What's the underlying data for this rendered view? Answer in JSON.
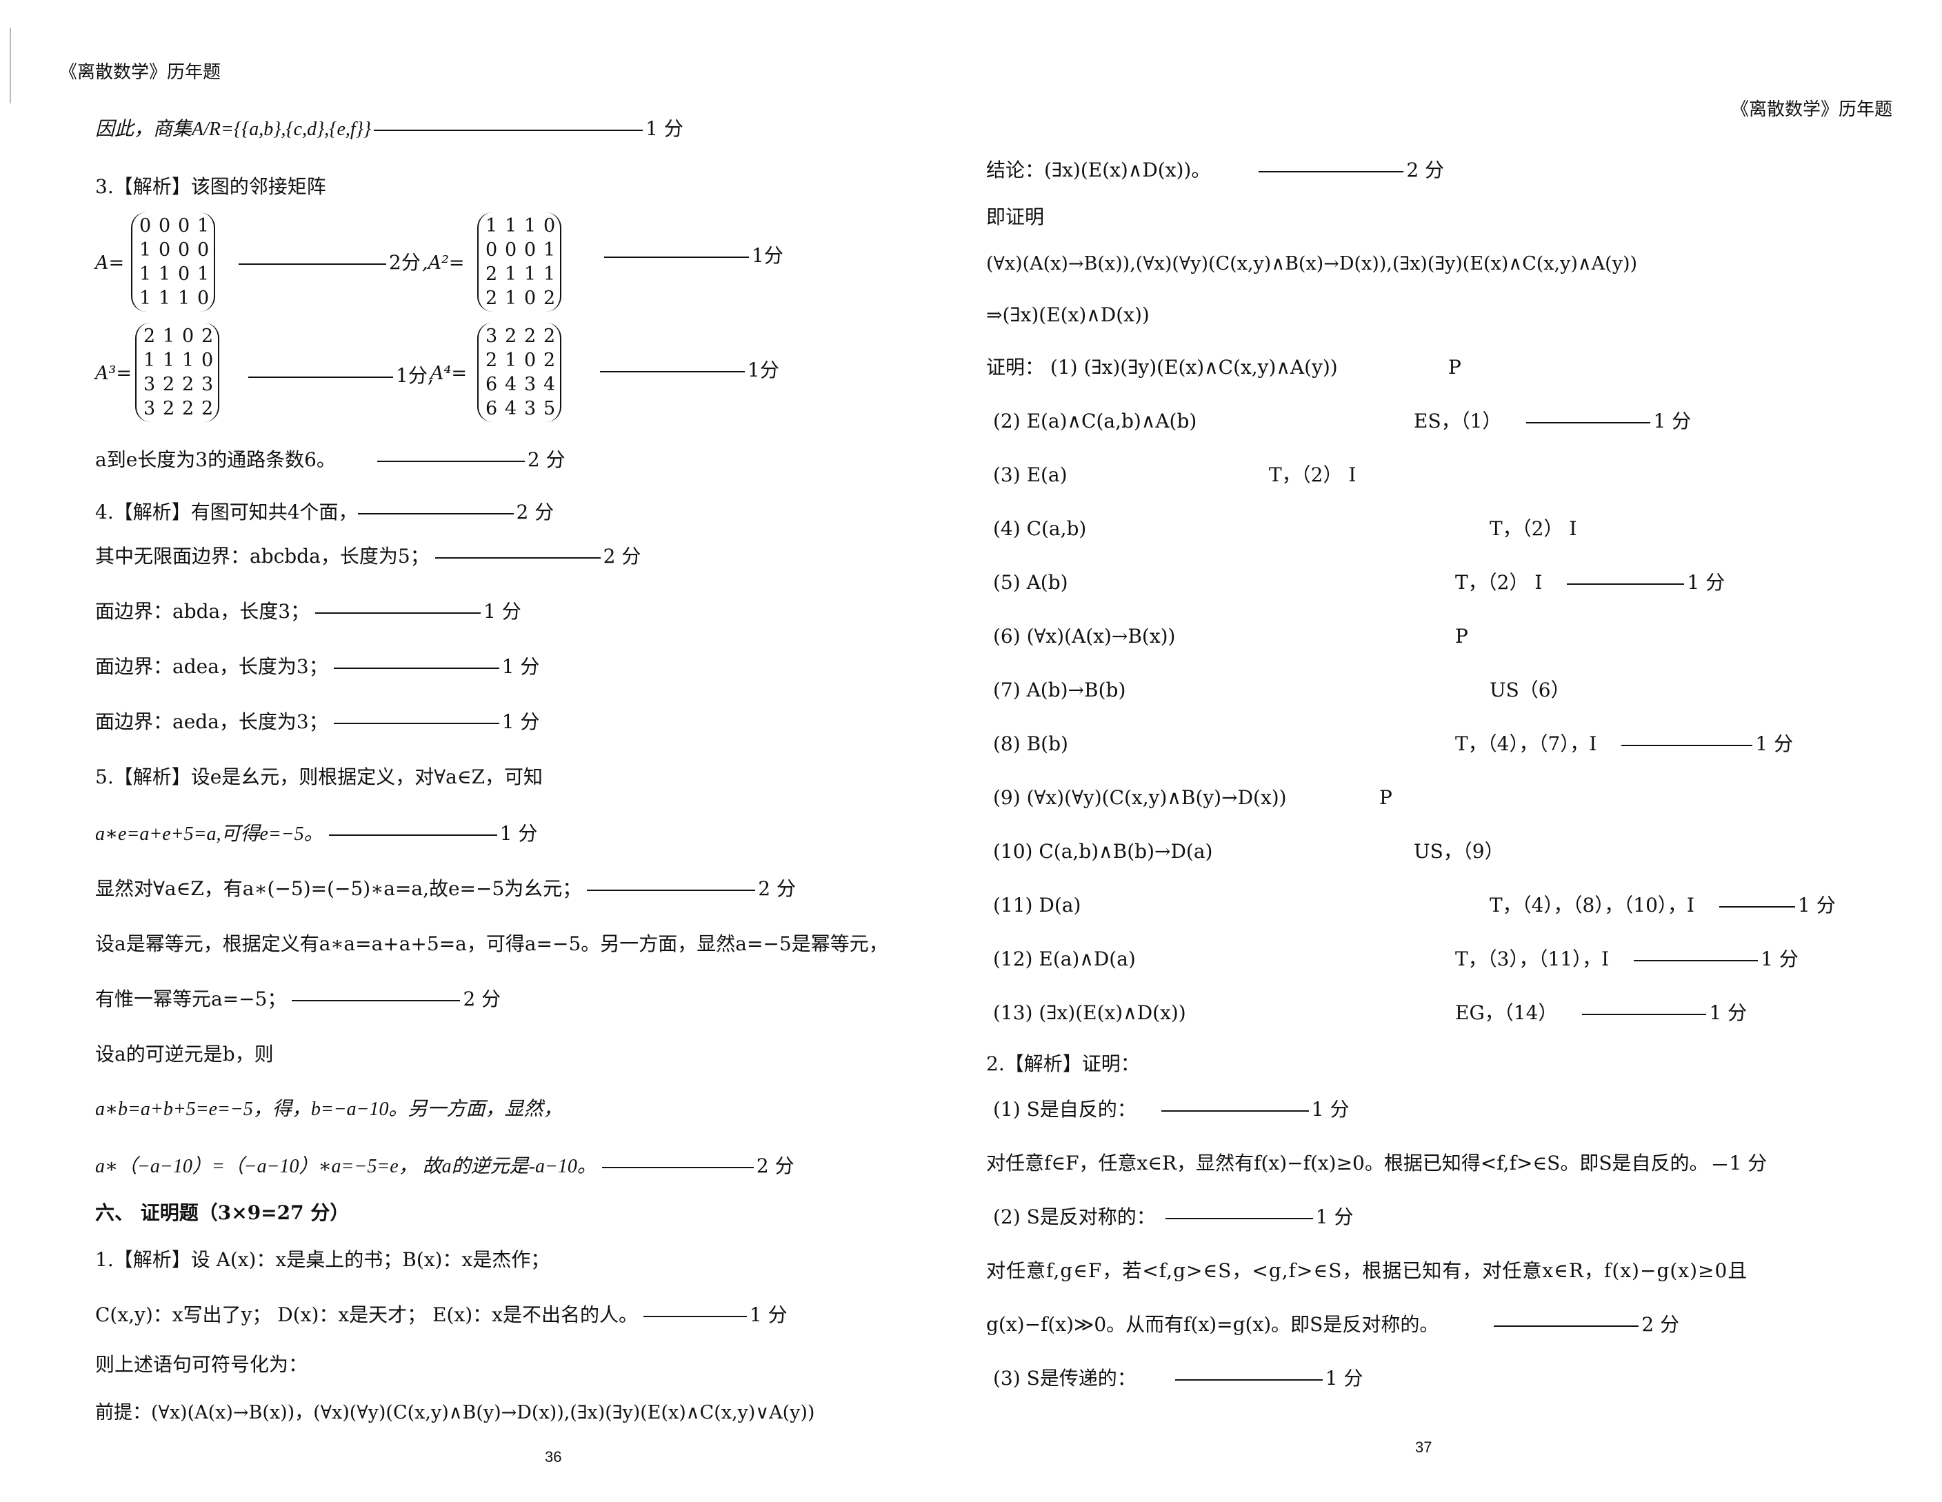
{
  "header": {
    "left": "《离散数学》历年题",
    "right": "《离散数学》历年题"
  },
  "page_numbers": {
    "left": "36",
    "right": "37"
  },
  "left": {
    "l1": "因此，商集A/R={{a,b},{c,d},{e,f}}",
    "l1_score": "1 分",
    "q3": "3.【解析】该图的邻接矩阵",
    "m_A_label": "A=",
    "m_A": [
      [
        "0",
        "0",
        "0",
        "1"
      ],
      [
        "1",
        "0",
        "0",
        "0"
      ],
      [
        "1",
        "1",
        "0",
        "1"
      ],
      [
        "1",
        "1",
        "1",
        "0"
      ]
    ],
    "m_A_score": "2分",
    "m_A2_label": ",A²=",
    "m_A2": [
      [
        "1",
        "1",
        "1",
        "0"
      ],
      [
        "0",
        "0",
        "0",
        "1"
      ],
      [
        "2",
        "1",
        "1",
        "1"
      ],
      [
        "2",
        "1",
        "0",
        "2"
      ]
    ],
    "m_A2_score": "1分",
    "m_A3_label": "A³=",
    "m_A3": [
      [
        "2",
        "1",
        "0",
        "2"
      ],
      [
        "1",
        "1",
        "1",
        "0"
      ],
      [
        "3",
        "2",
        "2",
        "3"
      ],
      [
        "3",
        "2",
        "2",
        "2"
      ]
    ],
    "m_A3_score": "1分,",
    "m_A4_label": "A⁴=",
    "m_A4": [
      [
        "3",
        "2",
        "2",
        "2"
      ],
      [
        "2",
        "1",
        "0",
        "2"
      ],
      [
        "6",
        "4",
        "3",
        "4"
      ],
      [
        "6",
        "4",
        "3",
        "5"
      ]
    ],
    "m_A4_score": "1分",
    "l_path": "a到e长度为3的通路条数6。",
    "l_path_score": "2 分",
    "q4": "4.【解析】有图可知共4个面，",
    "q4_score": "2 分",
    "l_f1": "其中无限面边界：abcbda，长度为5；",
    "l_f1_score": "2 分",
    "l_f2": "面边界：abda，长度3；",
    "l_f2_score": "1 分",
    "l_f3": "面边界：adea，长度为3；",
    "l_f3_score": "1 分",
    "l_f4": "面边界：aeda，长度为3；",
    "l_f4_score": "1 分",
    "q5": "5.【解析】设e是幺元，则根据定义，对∀a∈Z，可知",
    "l_q5a": "a∗e=a+e+5=a,可得e=−5。",
    "l_q5a_score": "1 分",
    "l_q5b": "显然对∀a∈Z，有a∗(−5)=(−5)∗a=a,故e=−5为幺元；",
    "l_q5b_score": "2 分",
    "l_q5c": "设a是幂等元，根据定义有a∗a=a+a+5=a，可得a=−5。另一方面，显然a=−5是幂等元，",
    "l_q5d": "有惟一幂等元a=−5；",
    "l_q5d_score": "2 分",
    "l_q5e": "设a的可逆元是b，则",
    "l_q5f": "a∗b=a+b+5=e=−5，得，b=−a−10。另一方面，显然，",
    "l_q5g": "a∗（−a−10）=（−a−10）∗a=−5=e，   故a的逆元是-a−10。",
    "l_q5g_score": "2 分",
    "sec6": "六、  证明题（3×9=27 分）",
    "p1": "1.【解析】设      A(x)：x是桌上的书；B(x)：x是杰作；",
    "p1b": "C(x,y)：x写出了y；     D(x)：x是天才；  E(x)：x是不出名的人。",
    "p1b_score": "1 分",
    "p1c": "则上述语句可符号化为：",
    "p1d": "前提：(∀x)(A(x)→B(x))，(∀x)(∀y)(C(x,y)∧B(y)→D(x)),(∃x)(∃y)(E(x)∧C(x,y)∨A(y))"
  },
  "right": {
    "r1": "结论：(∃x)(E(x)∧D(x))。",
    "r1_score": "2 分",
    "r2": "即证明",
    "r3": "(∀x)(A(x)→B(x)),(∀x)(∀y)(C(x,y)∧B(x)→D(x)),(∃x)(∃y)(E(x)∧C(x,y)∧A(y))",
    "r4": "⇒(∃x)(E(x)∧D(x))",
    "proof": [
      {
        "s": "证明：  (1) (∃x)(∃y)(E(x)∧C(x,y)∧A(y))",
        "r": "P",
        "sc": ""
      },
      {
        "s": "(2) E(a)∧C(a,b)∧A(b)",
        "r": "ES，（1）",
        "sc": "1 分"
      },
      {
        "s": "(3) E(a)",
        "r": "T，（2） I",
        "sc": ""
      },
      {
        "s": "(4) C(a,b)",
        "r": "T，（2） I",
        "sc": ""
      },
      {
        "s": "(5) A(b)",
        "r": "T，（2） I",
        "sc": "1 分"
      },
      {
        "s": "(6) (∀x)(A(x)→B(x))",
        "r": "P",
        "sc": ""
      },
      {
        "s": "(7) A(b)→B(b)",
        "r": "US（6）",
        "sc": ""
      },
      {
        "s": "(8) B(b)",
        "r": "T，（4），（7），I",
        "sc": "1 分"
      },
      {
        "s": "(9) (∀x)(∀y)(C(x,y)∧B(y)→D(x))",
        "r": "P",
        "sc": ""
      },
      {
        "s": "(10) C(a,b)∧B(b)→D(a)",
        "r": "US，（9）",
        "sc": ""
      },
      {
        "s": "(11) D(a)",
        "r": "T，（4），（8），（10），I",
        "sc": "1 分"
      },
      {
        "s": "(12) E(a)∧D(a)",
        "r": "T，（3），（11），I",
        "sc": "1 分"
      },
      {
        "s": "(13) (∃x)(E(x)∧D(x))",
        "r": "EG，（14）",
        "sc": "1 分"
      }
    ],
    "q2": "2.【解析】证明：",
    "q2a": "(1) S是自反的：",
    "q2a_score": "1 分",
    "q2b": "对任意f∈F，任意x∈R，显然有f(x)−f(x)≥0。根据已知得<f,f>∈S。即S是自反的。",
    "q2b_score": "1 分",
    "q2c": "(2) S是反对称的：",
    "q2c_score": "1 分",
    "q2d": "对任意f,g∈F，若<f,g>∈S，<g,f>∈S，根据已知有，对任意x∈R，f(x)−g(x)≥0且",
    "q2e": "g(x)−f(x)≫0。从而有f(x)=g(x)。即S是反对称的。",
    "q2e_score": "2 分",
    "q2f": "(3) S是传递的：",
    "q2f_score": "1 分"
  }
}
